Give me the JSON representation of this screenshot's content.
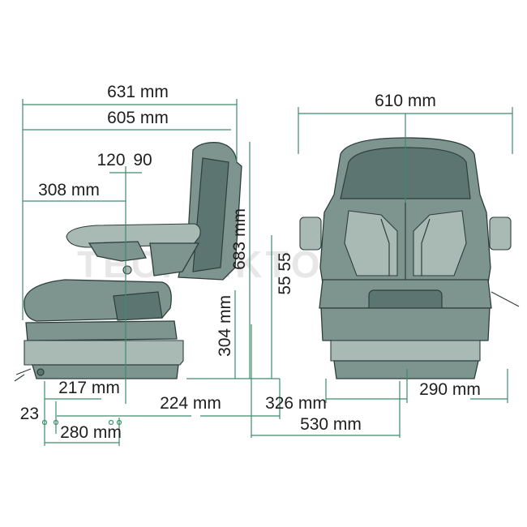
{
  "watermark": "TECHNIKTOTAL",
  "colors": {
    "dimension_line": "#3d8c6c",
    "seat": "#7d948f"
  },
  "side_view": {
    "dimensions": {
      "overall_depth": "631 mm",
      "depth": "605 mm",
      "adjust_a": "120",
      "adjust_b": "90",
      "backrest_offset": "308 mm",
      "height": "683 mm",
      "suspension_travel_a": "55",
      "suspension_travel_b": "55",
      "seat_height": "304 mm",
      "rail_offset": "217 mm",
      "hole_spacing_depth": "280 mm",
      "hole_offset": "23"
    }
  },
  "front_view": {
    "dimensions": {
      "overall_width": "610 mm",
      "mount_width_a": "224 mm",
      "mount_width_b": "326 mm",
      "base_width": "530 mm",
      "half_width": "290 mm"
    }
  }
}
